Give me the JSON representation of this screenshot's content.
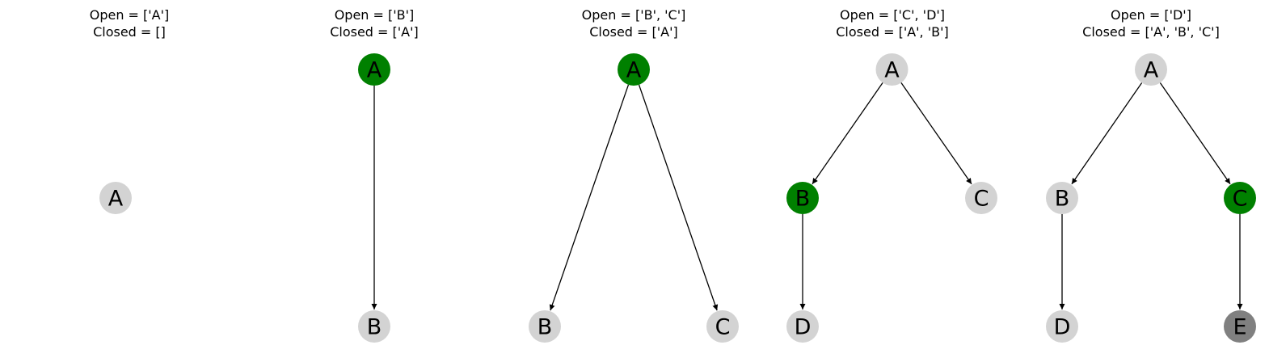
{
  "colors": {
    "expanded": "#008000",
    "unvisited": "#d3d3d3",
    "goal": "#808080",
    "edge": "#000000",
    "label": "#000000"
  },
  "panels": [
    {
      "open_text": "Open = ['A']",
      "closed_text": "Closed = []",
      "nodes": [
        {
          "id": "A",
          "label": "A",
          "state": "unvisited",
          "depth": 1,
          "pos": 0.5
        }
      ],
      "edges": []
    },
    {
      "open_text": "Open = ['B']",
      "closed_text": "Closed = ['A']",
      "nodes": [
        {
          "id": "A",
          "label": "A",
          "state": "expanded",
          "depth": 0,
          "pos": 0.5
        },
        {
          "id": "B",
          "label": "B",
          "state": "unvisited",
          "depth": 2,
          "pos": 0.5
        }
      ],
      "edges": [
        [
          "A",
          "B"
        ]
      ]
    },
    {
      "open_text": "Open = ['B', 'C']",
      "closed_text": "Closed = ['A']",
      "nodes": [
        {
          "id": "A",
          "label": "A",
          "state": "expanded",
          "depth": 0,
          "pos": 0.5
        },
        {
          "id": "B",
          "label": "B",
          "state": "unvisited",
          "depth": 2,
          "pos": 0.0
        },
        {
          "id": "C",
          "label": "C",
          "state": "unvisited",
          "depth": 2,
          "pos": 1.0
        }
      ],
      "edges": [
        [
          "A",
          "B"
        ],
        [
          "A",
          "C"
        ]
      ]
    },
    {
      "open_text": "Open = ['C', 'D']",
      "closed_text": "Closed = ['A', 'B']",
      "nodes": [
        {
          "id": "A",
          "label": "A",
          "state": "unvisited",
          "depth": 0,
          "pos": 0.5
        },
        {
          "id": "B",
          "label": "B",
          "state": "expanded",
          "depth": 1,
          "pos": 0.0
        },
        {
          "id": "C",
          "label": "C",
          "state": "unvisited",
          "depth": 1,
          "pos": 1.0
        },
        {
          "id": "D",
          "label": "D",
          "state": "unvisited",
          "depth": 2,
          "pos": 0.0
        }
      ],
      "edges": [
        [
          "A",
          "B"
        ],
        [
          "A",
          "C"
        ],
        [
          "B",
          "D"
        ]
      ]
    },
    {
      "open_text": "Open = ['D']",
      "closed_text": "Closed = ['A', 'B', 'C']",
      "nodes": [
        {
          "id": "A",
          "label": "A",
          "state": "unvisited",
          "depth": 0,
          "pos": 0.5
        },
        {
          "id": "B",
          "label": "B",
          "state": "unvisited",
          "depth": 1,
          "pos": 0.0
        },
        {
          "id": "C",
          "label": "C",
          "state": "expanded",
          "depth": 1,
          "pos": 1.0
        },
        {
          "id": "D",
          "label": "D",
          "state": "unvisited",
          "depth": 2,
          "pos": 0.0
        },
        {
          "id": "E",
          "label": "E",
          "state": "goal",
          "depth": 2,
          "pos": 1.0
        }
      ],
      "edges": [
        [
          "A",
          "B"
        ],
        [
          "A",
          "C"
        ],
        [
          "B",
          "D"
        ],
        [
          "C",
          "E"
        ]
      ]
    }
  ]
}
